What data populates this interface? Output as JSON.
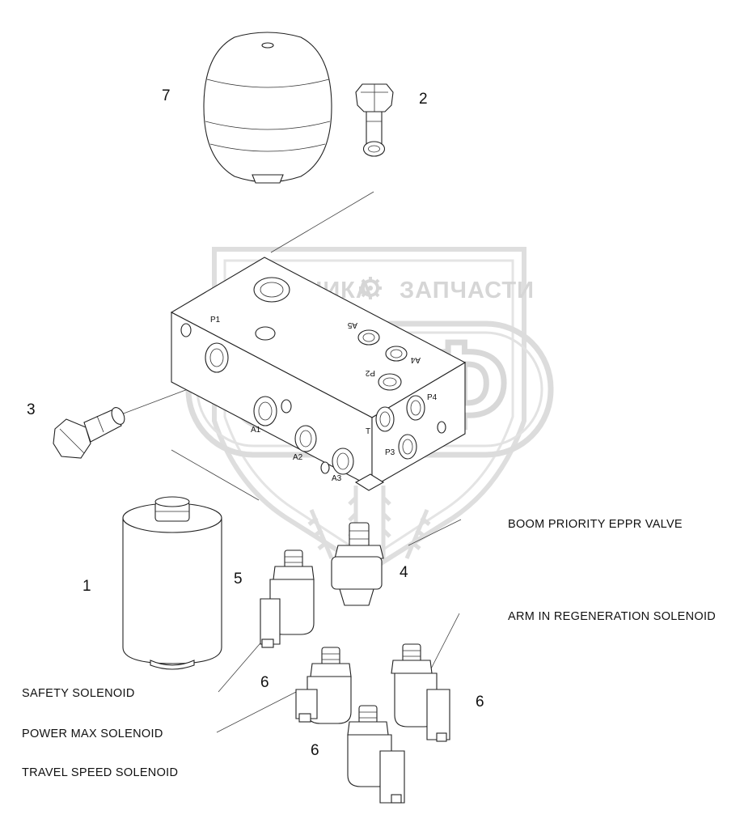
{
  "watermark": {
    "text_left": "ТЕХНИКА",
    "text_right": "ЗАПЧАСТИ",
    "letters": "ЭПФ",
    "color": "#d6d6d6"
  },
  "part_numbers": {
    "p1": "1",
    "p2": "2",
    "p3": "3",
    "p4": "4",
    "p5": "5",
    "p6a": "6",
    "p6b": "6",
    "p6c": "6",
    "p7": "7"
  },
  "port_labels": {
    "P1": "P1",
    "P2": "P2",
    "P3": "P3",
    "P4": "P4",
    "A1": "A1",
    "A2": "A2",
    "A3": "A3",
    "A4": "A4",
    "A5": "A5",
    "T": "T"
  },
  "callouts": {
    "boom_priority": "BOOM PRIORITY EPPR VALVE",
    "arm_in_regen": "ARM IN REGENERATION SOLENOID",
    "safety": "SAFETY SOLENOID",
    "power_max": "POWER MAX SOLENOID",
    "travel_speed": "TRAVEL SPEED SOLENOID"
  }
}
